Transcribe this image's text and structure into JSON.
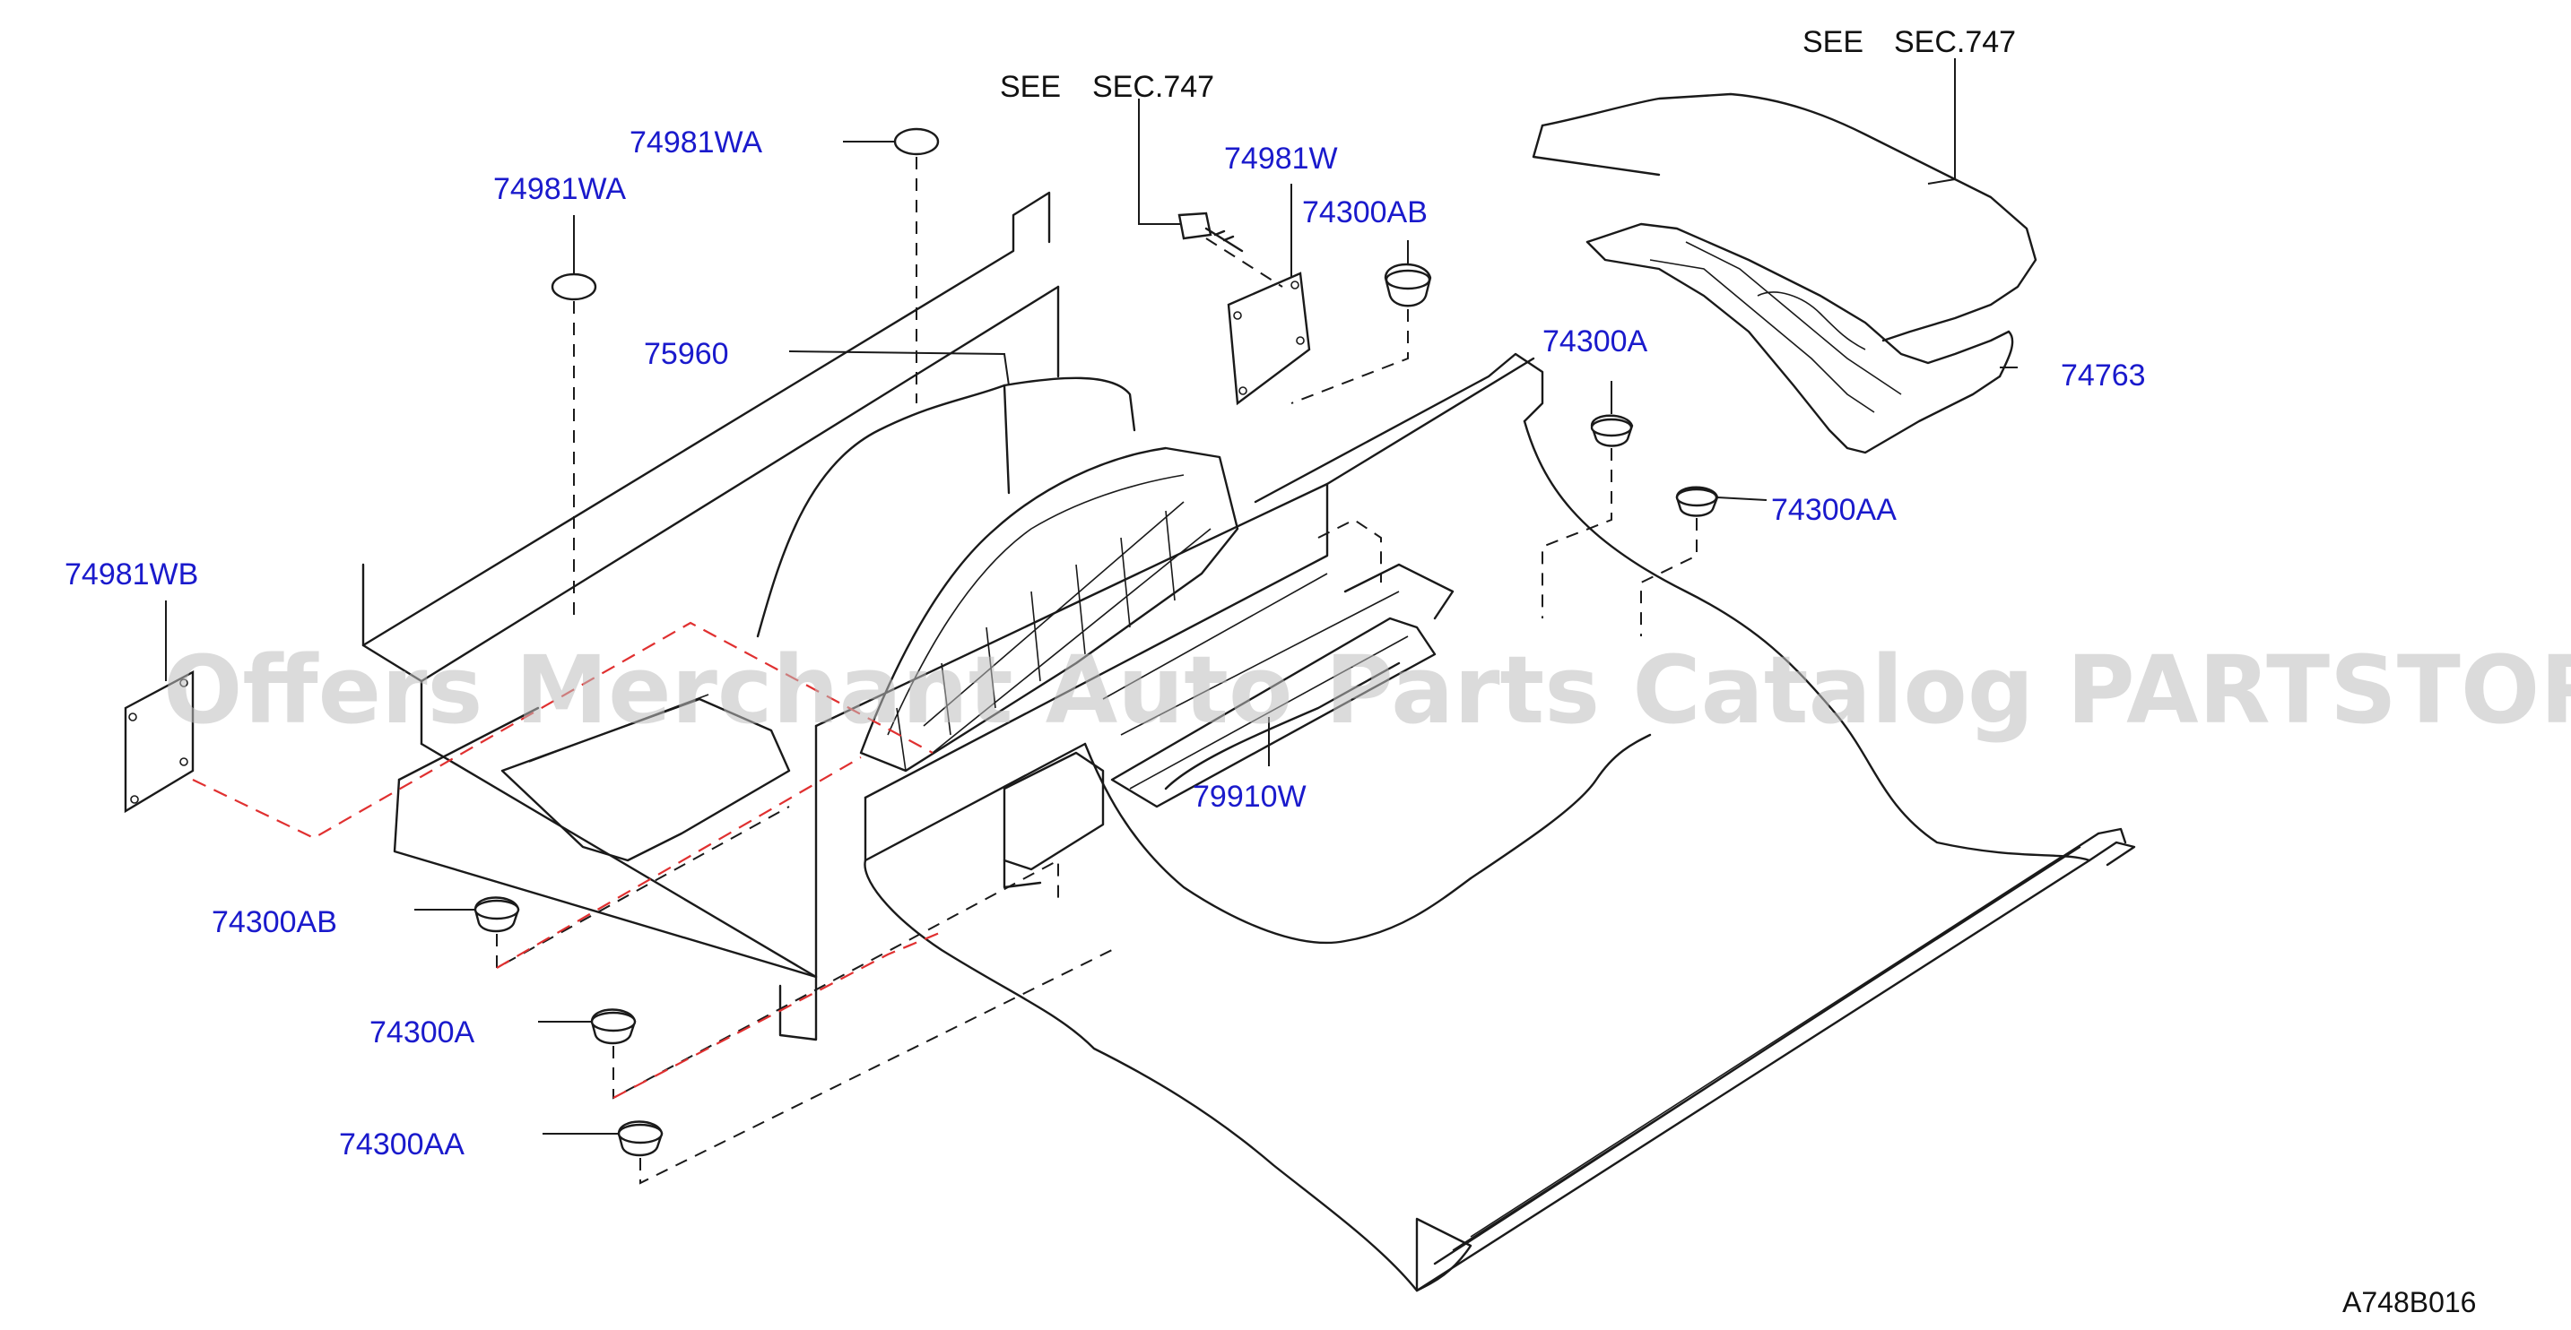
{
  "labels": {
    "l_74981WA_top": "74981WA",
    "l_74981WA_left": "74981WA",
    "l_75960": "75960",
    "l_74981WB": "74981WB",
    "l_74300AB_left": "74300AB",
    "l_74300A_left": "74300A",
    "l_74300AA_left": "74300AA",
    "l_74981W": "74981W",
    "l_74300AB_center": "74300AB",
    "l_74300A_right": "74300A",
    "l_74300AA_right": "74300AA",
    "l_74763": "74763",
    "l_79910W": "79910W"
  },
  "references": {
    "see_left": "SEE",
    "sec_left": "SEC.747",
    "see_right": "SEE",
    "sec_right": "SEC.747"
  },
  "diagram_code": "A748B016",
  "watermark": "Offers Merchant Auto Parts Catalog PARTSTORE.SA",
  "colors": {
    "part_number": "#1a1acc",
    "line": "#1a1a1a",
    "red_dashed": "#e03030",
    "watermark": "#bdbdbd"
  }
}
